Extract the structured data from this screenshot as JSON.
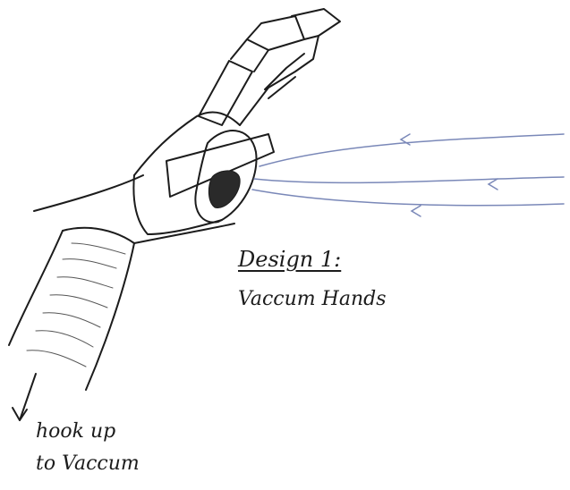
{
  "diagram": {
    "title": "Design 1:",
    "subtitle": "Vaccum Hands",
    "annotation_line1": "hook up",
    "annotation_line2": "to Vaccum"
  },
  "colors": {
    "ink": "#1c1c1c",
    "suction_lines": "#7a88b8",
    "paper": "#ffffff"
  }
}
